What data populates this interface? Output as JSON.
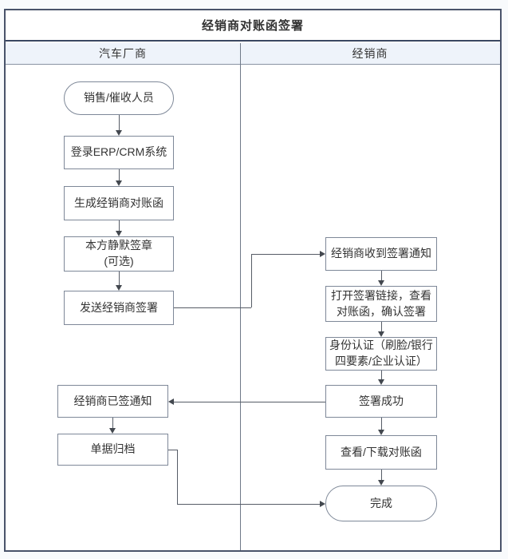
{
  "diagram": {
    "title": "经销商对账函签署",
    "type": "swimlane-flowchart",
    "lanes": [
      {
        "id": "manufacturer",
        "label": "汽车厂商"
      },
      {
        "id": "dealer",
        "label": "经销商"
      }
    ],
    "nodes": {
      "start": {
        "label": "销售/催收人员",
        "shape": "terminator",
        "lane": "汽车厂商"
      },
      "login": {
        "label": "登录ERP/CRM系统",
        "shape": "process",
        "lane": "汽车厂商"
      },
      "generate": {
        "label": "生成经销商对账函",
        "shape": "process",
        "lane": "汽车厂商"
      },
      "silent_sign": {
        "label": "本方静默签章\n(可选)",
        "shape": "process",
        "lane": "汽车厂商"
      },
      "send": {
        "label": "发送经销商签署",
        "shape": "process",
        "lane": "汽车厂商"
      },
      "receive": {
        "label": "经销商收到签署通知",
        "shape": "process",
        "lane": "经销商"
      },
      "open_link": {
        "label": "打开签署链接，查看\n对账函，确认签署",
        "shape": "process",
        "lane": "经销商"
      },
      "identity": {
        "label": "身份认证（刷脸/银行\n四要素/企业认证）",
        "shape": "process",
        "lane": "经销商"
      },
      "success": {
        "label": "签署成功",
        "shape": "process",
        "lane": "经销商"
      },
      "signed_notice": {
        "label": "经销商已签通知",
        "shape": "process",
        "lane": "汽车厂商"
      },
      "archive": {
        "label": "单据归档",
        "shape": "process",
        "lane": "汽车厂商"
      },
      "download": {
        "label": "查看/下载对账函",
        "shape": "process",
        "lane": "经销商"
      },
      "done": {
        "label": "完成",
        "shape": "terminator",
        "lane": "经销商"
      }
    },
    "edges": [
      {
        "from": "start",
        "to": "login"
      },
      {
        "from": "login",
        "to": "generate"
      },
      {
        "from": "generate",
        "to": "silent_sign"
      },
      {
        "from": "silent_sign",
        "to": "send"
      },
      {
        "from": "send",
        "to": "receive"
      },
      {
        "from": "receive",
        "to": "open_link"
      },
      {
        "from": "open_link",
        "to": "identity"
      },
      {
        "from": "identity",
        "to": "success"
      },
      {
        "from": "success",
        "to": "signed_notice"
      },
      {
        "from": "signed_notice",
        "to": "archive"
      },
      {
        "from": "archive",
        "to": "done"
      },
      {
        "from": "success",
        "to": "download"
      },
      {
        "from": "download",
        "to": "done"
      }
    ],
    "colors": {
      "frame_border": "#49536a",
      "header_divider_dark": "#3a4761",
      "header_fill": "#eef3fa",
      "node_border": "#7e8898",
      "connector": "#565c66",
      "text": "#333333",
      "page_background": "#f8fafc"
    }
  }
}
